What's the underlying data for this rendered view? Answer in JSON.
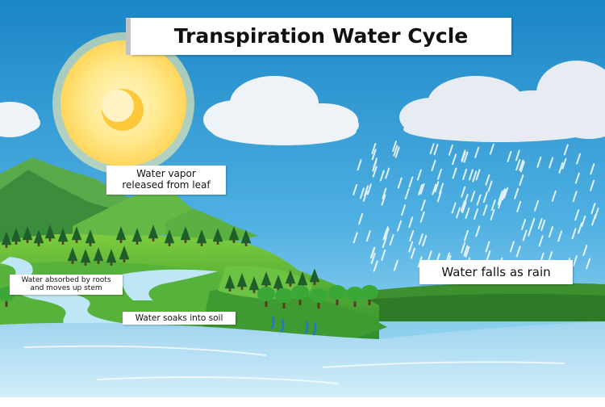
{
  "diagram": {
    "title": "Transpiration Water Cycle",
    "labels": {
      "vapor": [
        "Water vapor",
        "released from leaf"
      ],
      "rain": "Water falls as rain",
      "roots": [
        "Water absorbed by roots",
        "and moves up stem"
      ],
      "soil": "Water soaks into soil"
    }
  },
  "colors": {
    "sky_top": "#1d8ac8",
    "sky_bottom": "#a6dcf3",
    "sun": "#ffe27a",
    "grass": "#4caf3a",
    "mountain": "#3e8f4a",
    "water": "#bfe4f5",
    "rain": "#ffffff"
  }
}
